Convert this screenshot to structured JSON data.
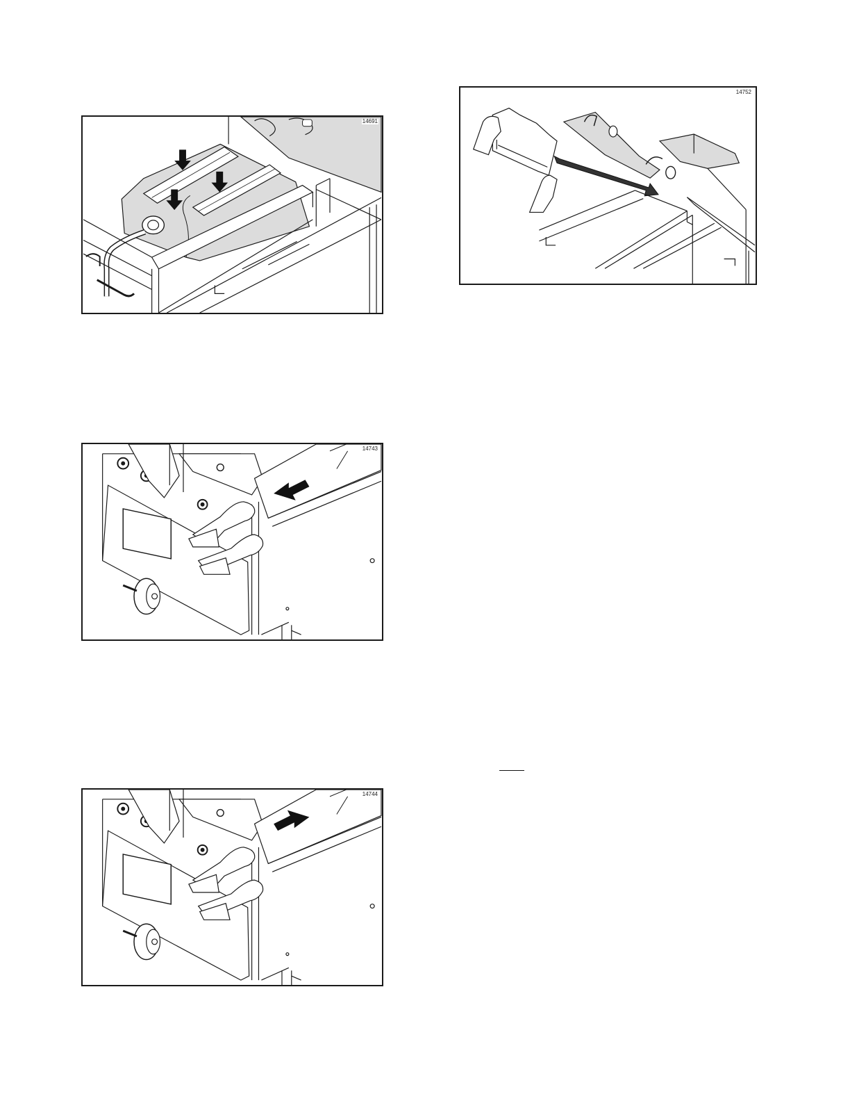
{
  "figures": [
    {
      "id": "14691",
      "depicts": "fryer-vat-with-heating-elements-arrows-down"
    },
    {
      "id": "14752",
      "depicts": "hand-installing-basket-support-into-vat"
    },
    {
      "id": "14743",
      "depicts": "hands-pushing-vat-into-cabinet"
    },
    {
      "id": "14744",
      "depicts": "hands-pulling-vat-out-of-cabinet"
    }
  ],
  "colors": {
    "line": "#1a1a1a",
    "shade": "#dcdcdc",
    "arrow": "#111111"
  }
}
